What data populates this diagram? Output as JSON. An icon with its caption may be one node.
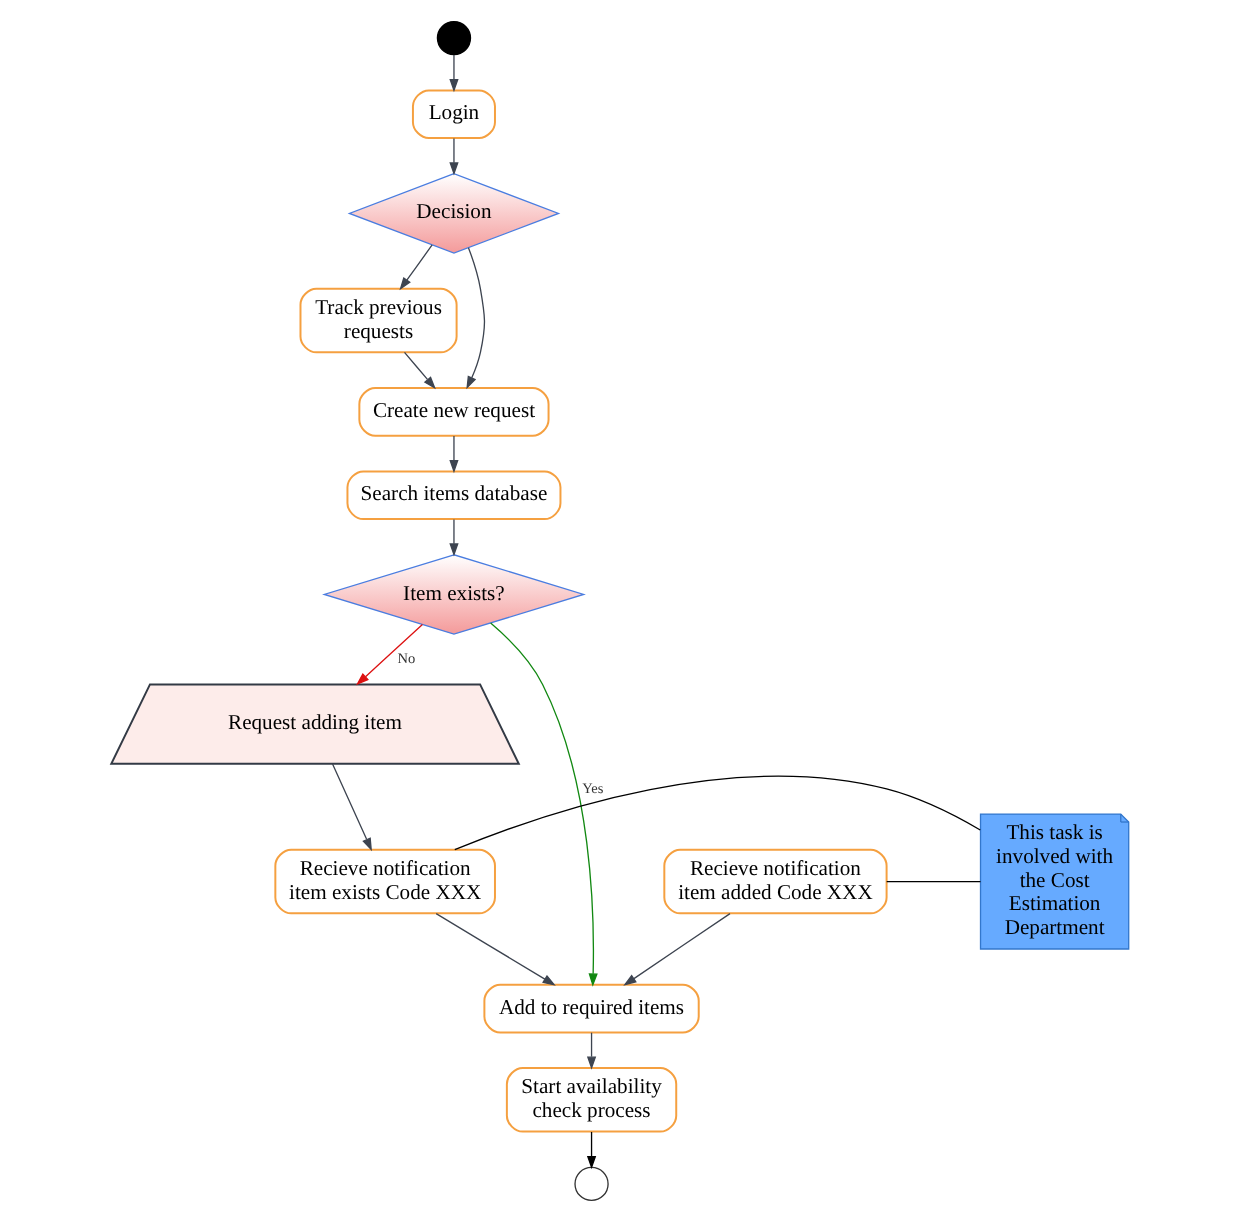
{
  "diagram": {
    "nodes": [
      {
        "text": [],
        "shape": "circle"
      },
      {
        "text": [
          "Login"
        ]
      },
      {
        "text": [
          "Decision"
        ]
      },
      {
        "text": [
          "Track previous requests"
        ]
      },
      {
        "text": [
          "Create new request"
        ]
      },
      {
        "text": [
          "Search items database"
        ]
      },
      {
        "text": [
          "Item exists?"
        ]
      },
      {
        "text": [
          "Request adding item"
        ]
      },
      {
        "text": [
          "Recieve notification item exists Code XXX"
        ]
      },
      {
        "text": [
          "Recieve notification item added Code XXX"
        ]
      },
      {
        "text": [
          "Add to required items"
        ]
      },
      {
        "text": [
          "Start availability check process"
        ]
      },
      {
        "text": [],
        "shape": "circle"
      },
      {
        "text": [
          "This task is involved with the Cost Estimation Department"
        ]
      }
    ],
    "edges": [
      {
        "from": 0,
        "to": 1,
        "arrow": "to"
      },
      {
        "from": 1,
        "to": 2,
        "arrow": "to"
      },
      {
        "from": 2,
        "to": 3,
        "arrow": "to"
      },
      {
        "from": 2,
        "to": 4,
        "arrow": "to"
      },
      {
        "from": 3,
        "to": 4,
        "arrow": "to"
      },
      {
        "from": 4,
        "to": 5,
        "arrow": "to"
      },
      {
        "from": 5,
        "to": 6,
        "arrow": "to"
      },
      {
        "from": 6,
        "to": 7,
        "arrow": "to",
        "label": "No",
        "color": "#dd1111"
      },
      {
        "from": 6,
        "to": 10,
        "arrow": "to",
        "label": "Yes",
        "color": "#118811"
      },
      {
        "from": 7,
        "to": 8,
        "arrow": "to"
      },
      {
        "from": 8,
        "to": 10,
        "arrow": "to"
      },
      {
        "from": 9,
        "to": 10,
        "arrow": "to"
      },
      {
        "from": 10,
        "to": 11,
        "arrow": "to"
      },
      {
        "from": 11,
        "to": 12,
        "arrow": "to",
        "color": "#000000"
      },
      {
        "from": 13,
        "to": 8,
        "arrow": "none",
        "color": "#000000"
      },
      {
        "from": 13,
        "to": 9,
        "arrow": "none",
        "color": "#000000"
      }
    ]
  }
}
